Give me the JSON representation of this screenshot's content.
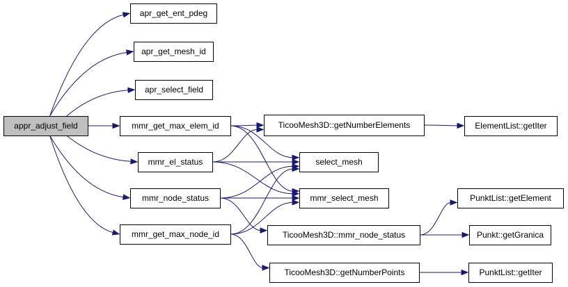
{
  "colors": {
    "edge": "#191970",
    "node_border": "#000000",
    "node_fill": "#ffffff",
    "root_fill": "#bfbfbf"
  },
  "nodes": {
    "appr_adjust_field": "appr_adjust_field",
    "apr_get_ent_pdeg": "apr_get_ent_pdeg",
    "apr_get_mesh_id": "apr_get_mesh_id",
    "apr_select_field": "apr_select_field",
    "mmr_get_max_elem_id": "mmr_get_max_elem_id",
    "mmr_el_status": "mmr_el_status",
    "mmr_node_status": "mmr_node_status",
    "mmr_get_max_node_id": "mmr_get_max_node_id",
    "ticoo_get_number_elements": "TicooMesh3D::getNumberElements",
    "select_mesh": "select_mesh",
    "mmr_select_mesh": "mmr_select_mesh",
    "ticoo_mmr_node_status": "TicooMesh3D::mmr_node_status",
    "ticoo_get_number_points": "TicooMesh3D::getNumberPoints",
    "element_list_get_iter": "ElementList::getIter",
    "punkt_list_get_element": "PunktList::getElement",
    "punkt_get_granica": "Punkt::getGranica",
    "punkt_list_get_iter": "PunktList::getIter"
  },
  "edges": [
    [
      "appr_adjust_field",
      "apr_get_ent_pdeg"
    ],
    [
      "appr_adjust_field",
      "apr_get_mesh_id"
    ],
    [
      "appr_adjust_field",
      "apr_select_field"
    ],
    [
      "appr_adjust_field",
      "mmr_get_max_elem_id"
    ],
    [
      "appr_adjust_field",
      "mmr_el_status"
    ],
    [
      "appr_adjust_field",
      "mmr_node_status"
    ],
    [
      "appr_adjust_field",
      "mmr_get_max_node_id"
    ],
    [
      "mmr_get_max_elem_id",
      "ticoo_get_number_elements"
    ],
    [
      "mmr_get_max_elem_id",
      "select_mesh"
    ],
    [
      "mmr_get_max_elem_id",
      "mmr_select_mesh"
    ],
    [
      "mmr_el_status",
      "ticoo_get_number_elements"
    ],
    [
      "mmr_el_status",
      "select_mesh"
    ],
    [
      "mmr_el_status",
      "mmr_select_mesh"
    ],
    [
      "mmr_node_status",
      "select_mesh"
    ],
    [
      "mmr_node_status",
      "mmr_select_mesh"
    ],
    [
      "mmr_node_status",
      "ticoo_mmr_node_status"
    ],
    [
      "mmr_get_max_node_id",
      "select_mesh"
    ],
    [
      "mmr_get_max_node_id",
      "mmr_select_mesh"
    ],
    [
      "mmr_get_max_node_id",
      "ticoo_get_number_points"
    ],
    [
      "ticoo_get_number_elements",
      "element_list_get_iter"
    ],
    [
      "ticoo_mmr_node_status",
      "punkt_list_get_element"
    ],
    [
      "ticoo_mmr_node_status",
      "punkt_get_granica"
    ],
    [
      "ticoo_get_number_points",
      "punkt_list_get_iter"
    ]
  ]
}
